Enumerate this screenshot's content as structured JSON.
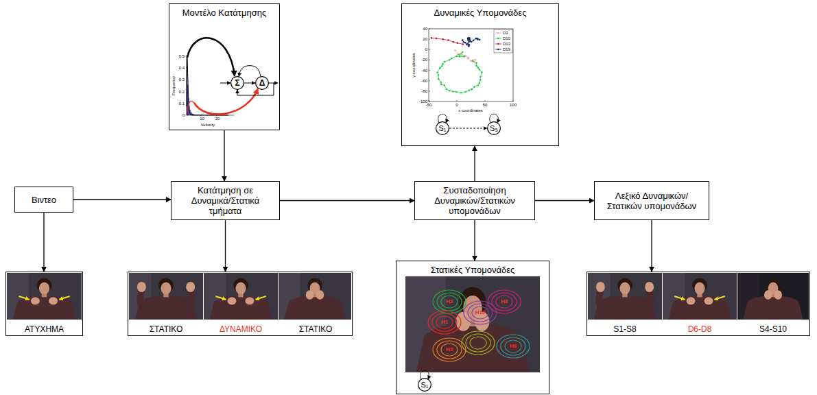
{
  "diagram": {
    "nodes": [
      {
        "text": [
          "Μοντέλο Κατάτμησης"
        ]
      },
      {
        "text": [
          "Σ"
        ],
        "in": 0
      },
      {
        "text": [
          "Δ"
        ],
        "in": 0
      },
      {
        "text": [
          "Δυναμικές Υπομονάδες"
        ]
      },
      {
        "text": [
          "S₁"
        ],
        "in": 3
      },
      {
        "text": [
          "S₅"
        ],
        "in": 3
      },
      {
        "text": [
          "Βιντεο"
        ]
      },
      {
        "text": [
          "Κατάτμηση σε Δυναμικά/Στατικά τμήματα"
        ]
      },
      {
        "text": [
          "Συσταδοποίηση Δυναμικών/Στατικών υπομονάδων"
        ]
      },
      {
        "text": [
          "Λεξικό Δυναμικών/Στατικών υπομονάδων"
        ]
      },
      {
        "text": [
          "ΑΤΥΧΗΜΑ"
        ]
      },
      {
        "text": [
          "ΣΤΑΤΙΚΟ",
          "ΔΥΝΑΜΙΚΟ",
          "ΣΤΑΤΙΚΟ"
        ]
      },
      {
        "text": [
          "Στατικές Υπομονάδες"
        ]
      },
      {
        "text": [
          "S₁"
        ],
        "in": 12
      },
      {
        "text": [
          "S1-S8",
          "D6-D8",
          "S4-S10"
        ]
      }
    ],
    "edges": [
      {
        "from": 6,
        "to": 7,
        "arrow": "to"
      },
      {
        "from": 6,
        "to": 10,
        "arrow": "to"
      },
      {
        "from": 0,
        "to": 7,
        "arrow": "to"
      },
      {
        "from": 7,
        "to": 11,
        "arrow": "to"
      },
      {
        "from": 7,
        "to": 8,
        "arrow": "to"
      },
      {
        "from": 8,
        "to": 3,
        "arrow": "to"
      },
      {
        "from": 8,
        "to": 12,
        "arrow": "to"
      },
      {
        "from": 8,
        "to": 9,
        "arrow": "to"
      },
      {
        "from": 9,
        "to": 14,
        "arrow": "to"
      },
      {
        "from": 1,
        "to": 2,
        "arrow": "to"
      },
      {
        "from": 2,
        "to": 1,
        "arrow": "to"
      },
      {
        "from": 4,
        "to": 5,
        "arrow": "to"
      }
    ],
    "labels": [
      "0.5",
      "0.4",
      "0.3",
      "0.2",
      "0.1",
      "0",
      "10",
      "20",
      "Frequency",
      "Velocity",
      "40",
      "20",
      "0",
      "-20",
      "-40",
      "-60",
      "-80",
      "-100",
      "-50",
      "0",
      "50",
      "100",
      "x coordinates",
      "y coordinates",
      "H2",
      "H1",
      "H10",
      "H8",
      "H3",
      "H6"
    ],
    "legend": [
      {
        "text": "D3"
      },
      {
        "text": "D10"
      },
      {
        "text": "D13"
      },
      {
        "text": "D19"
      }
    ]
  }
}
